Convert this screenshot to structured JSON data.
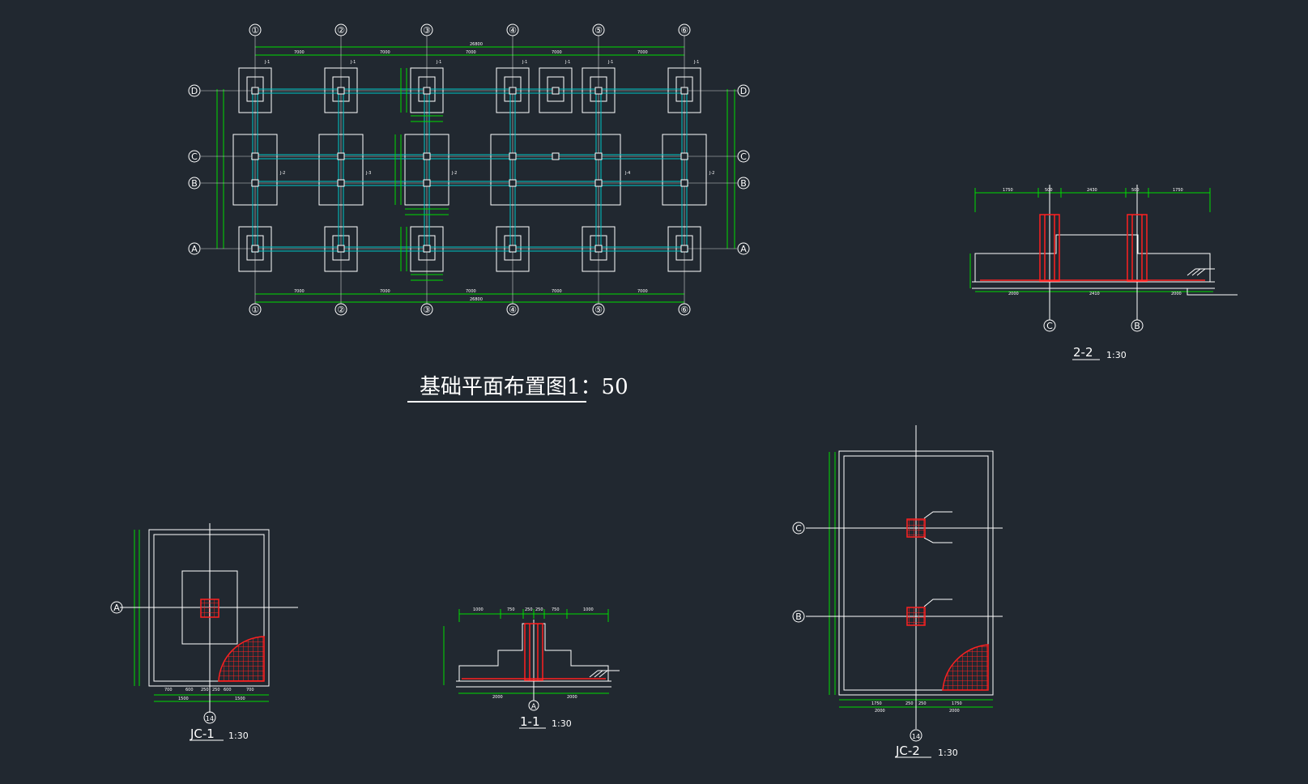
{
  "plan": {
    "title": "基础平面布置图1：50",
    "col_axes": [
      "①",
      "②",
      "③",
      "④",
      "⑤",
      "⑥"
    ],
    "row_axes": [
      "D",
      "C",
      "B",
      "A"
    ],
    "total_dim": "26800",
    "bay_dims": [
      "7000",
      "7000",
      "7000",
      "7000",
      "7000"
    ],
    "footing_labels": [
      "J-1",
      "J-1",
      "J-1",
      "J-1",
      "J-1",
      "J-1",
      "J-1",
      "J-2",
      "J-3",
      "J-2",
      "J-4",
      "J-2"
    ]
  },
  "section_22": {
    "label": "2-2",
    "scale": "1:30",
    "axes": [
      "C",
      "B"
    ],
    "top_dims": [
      "1750",
      "500",
      "2430",
      "500",
      "1750"
    ],
    "bottom_dims": [
      "2000",
      "2410",
      "2000"
    ]
  },
  "section_11": {
    "label": "1-1",
    "scale": "1:30",
    "axis": "A",
    "top_dims": [
      "1000",
      "750",
      "250",
      "250",
      "750",
      "1000"
    ],
    "bottom_dims": [
      "2000",
      "2000"
    ]
  },
  "jc1": {
    "label": "JC-1",
    "scale": "1:30",
    "axis_left": "A",
    "axis_bottom": "14",
    "bottom_dims": [
      "700",
      "600",
      "250",
      "250",
      "600",
      "700"
    ],
    "bottom_total": [
      "1500",
      "1500"
    ]
  },
  "jc2": {
    "label": "JC-2",
    "scale": "1:30",
    "axes_left": [
      "C",
      "B"
    ],
    "axis_bottom": "14",
    "bottom_dims": [
      "1750",
      "250",
      "250",
      "1750"
    ],
    "bottom_total": [
      "2000",
      "2000"
    ]
  },
  "colors": {
    "background": "#212830",
    "grid": "#00c8c8",
    "dim": "#00dd00",
    "outline": "#ffffff",
    "rebar": "#ff2020"
  }
}
